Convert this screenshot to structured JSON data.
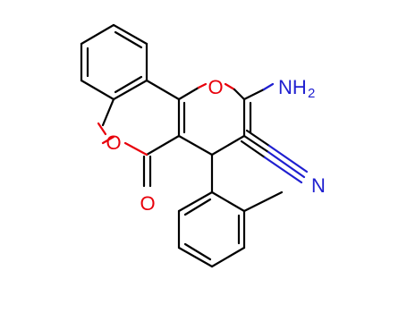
{
  "molecule": {
    "atom_labels": {
      "ring_oxygen_pyran": "O",
      "ring_oxygen_lactone": "O",
      "carbonyl_oxygen": "O",
      "amino_group": "NH",
      "amino_subscript": "2",
      "nitrile_nitrogen": "N"
    },
    "colors": {
      "bond": "#000000",
      "oxygen": "#e8000b",
      "nitrogen": "#1f1fd0",
      "background": "#ffffff"
    }
  }
}
